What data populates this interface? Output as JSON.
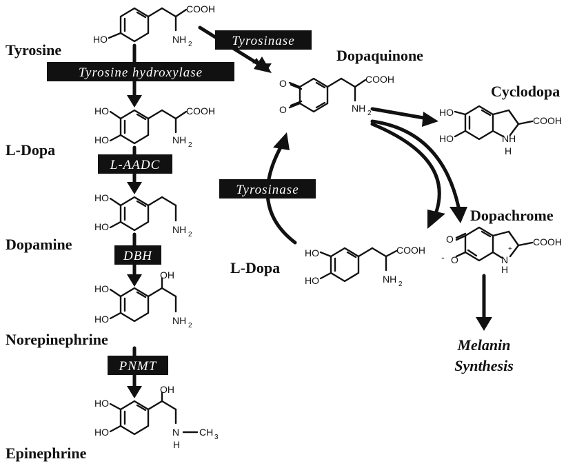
{
  "compounds": {
    "tyrosine": "Tyrosine",
    "l_dopa": "L-Dopa",
    "dopamine": "Dopamine",
    "norepinephrine": "Norepinephrine",
    "epinephrine": "Epinephrine",
    "dopaquinone": "Dopaquinone",
    "cyclodopa": "Cyclodopa",
    "dopachrome": "Dopachrome",
    "l_dopa_cycle": "L-Dopa"
  },
  "enzymes": {
    "tyrosinase_top": "Tyrosinase",
    "tyrosine_hydroxylase": "Tyrosine hydroxylase",
    "l_aadc": "L-AADC",
    "dbh": "DBH",
    "pnmt": "PNMT",
    "tyrosinase_cycle": "Tyrosinase"
  },
  "outcome": {
    "line1": "Melanin",
    "line2": "Synthesis"
  },
  "atoms": {
    "ho": "HO",
    "cooh": "COOH",
    "nh": "NH",
    "two": "2",
    "oh": "OH",
    "o": "O",
    "n": "N",
    "h": "H",
    "ch": "CH",
    "three": "3",
    "plus": "+",
    "minus": "-"
  }
}
